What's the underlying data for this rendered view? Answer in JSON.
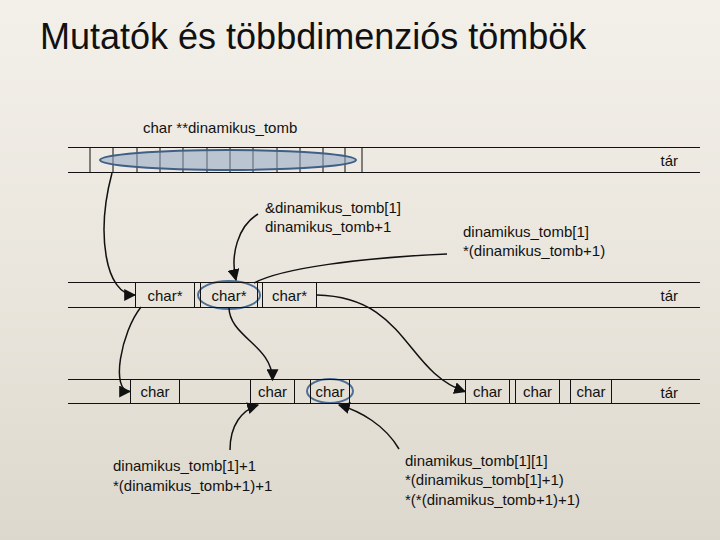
{
  "diagram": {
    "title": "Mutatók és többdimenziós tömbök",
    "nodes": [
      {
        "text": [
          "tár"
        ]
      },
      {
        "text": [
          "tár"
        ]
      },
      {
        "text": [
          "char*"
        ],
        "in": 1
      },
      {
        "text": [
          "char*"
        ],
        "in": 1
      },
      {
        "text": [
          "char*"
        ],
        "in": 1
      },
      {
        "text": [
          "tár"
        ]
      },
      {
        "text": [
          "char"
        ],
        "in": 5
      },
      {
        "text": [
          "char"
        ],
        "in": 5
      },
      {
        "text": [
          "char"
        ],
        "in": 5
      },
      {
        "text": [
          "char"
        ],
        "in": 5
      },
      {
        "text": [
          "char"
        ],
        "in": 5
      },
      {
        "text": [
          "char"
        ],
        "in": 5
      }
    ],
    "edges": [
      {
        "from": 0,
        "to": 2,
        "arrow": "to"
      },
      {
        "from": 2,
        "to": 6,
        "arrow": "to"
      },
      {
        "from": 3,
        "to": 7,
        "arrow": "to"
      },
      {
        "from": 4,
        "to": 9,
        "arrow": "to"
      }
    ],
    "labels": [
      "char **dinamikus_tomb",
      "&dinamikus_tomb[1]",
      "dinamikus_tomb+1",
      "dinamikus_tomb[1]",
      "*(dinamikus_tomb+1)",
      "dinamikus_tomb[1]+1",
      "*(dinamikus_tomb+1)+1",
      "dinamikus_tomb[1][1]",
      "*(dinamikus_tomb[1]+1)",
      "*(*(dinamikus_tomb+1)+1)"
    ]
  }
}
